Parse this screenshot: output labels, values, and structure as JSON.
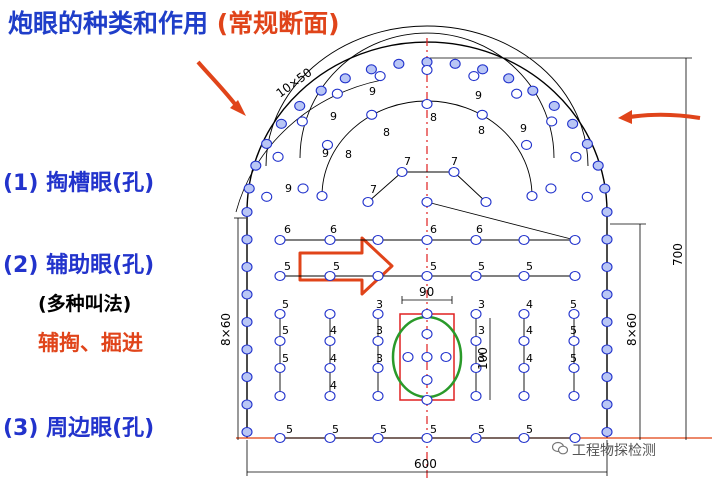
{
  "title": {
    "main": "炮眼的种类和作用",
    "sub": "(常规断面)"
  },
  "labels": {
    "cut": "(1) 掏槽眼(孔)",
    "auxiliary": "(2) 辅助眼(孔)",
    "aux_note": "(多种叫法)",
    "aux_names": "辅掏、掘进",
    "perimeter": "(3) 周边眼(孔)"
  },
  "dimensions": {
    "arc": "10×50",
    "left_height": "8×60",
    "right_height": "8×60",
    "total_height": "700",
    "width": "600",
    "cut_width": "90",
    "cut_height": "100"
  },
  "hole_labels": {
    "arc_outer": [
      "9",
      "9",
      "9",
      "9",
      "9",
      "9"
    ],
    "arc_middle": [
      "8",
      "8",
      "8",
      "8"
    ],
    "arc_inner": [
      "7",
      "7",
      "7"
    ],
    "row6": [
      "6",
      "6",
      "6",
      "6"
    ],
    "row5": [
      "5",
      "5",
      "5",
      "5",
      "5"
    ],
    "column_left": [
      "5",
      "5",
      "5",
      "4",
      "4",
      "4",
      "3",
      "3",
      "3"
    ],
    "column_right": [
      "3",
      "3",
      "3",
      "4",
      "4",
      "4",
      "5",
      "5",
      "5"
    ],
    "bottom": [
      "5",
      "5",
      "5",
      "5",
      "5",
      "5"
    ]
  },
  "watermark": "工程物探检测",
  "colors": {
    "title_blue": "#1f3ec9",
    "title_red": "#e0441a",
    "hole_stroke": "#2233cc",
    "perimeter_fill": "#b9c6f5",
    "centerline": "#e02020",
    "cut_box": "#e02020",
    "cut_ellipse": "#2a9a2a",
    "arrow": "#e0441a"
  }
}
